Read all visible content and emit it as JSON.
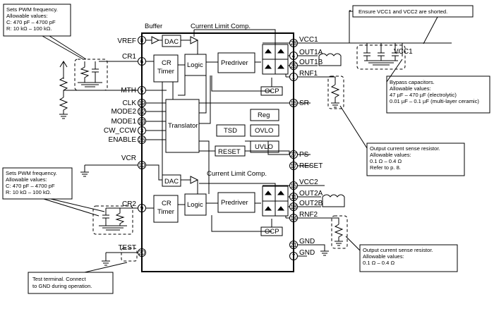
{
  "ic": {
    "buffer": "Buffer",
    "cl_comp_top": "Current Limit Comp.",
    "cl_comp_bot": "Current Limit Comp.",
    "dac": "DAC",
    "cr_timer_1": "CR",
    "cr_timer_2": "Timer",
    "logic": "Logic",
    "predriver": "Predriver",
    "ocp": "OCP",
    "translator": "Translator",
    "reg": "Reg",
    "tsd": "TSD",
    "ovlo": "OVLO",
    "uvlo": "UVLO",
    "reset": "RESET"
  },
  "pins_left": [
    {
      "name": "VREF",
      "num": "8"
    },
    {
      "name": "CR1",
      "num": "6"
    },
    {
      "name": "MTH",
      "num": "5"
    },
    {
      "name": "CLK",
      "num": "19"
    },
    {
      "name": "MODE2",
      "num": "12"
    },
    {
      "name": "MODE1",
      "num": "13"
    },
    {
      "name": "CW_CCW",
      "num": "3"
    },
    {
      "name": "ENABLE",
      "num": "26"
    },
    {
      "name": "VCR",
      "num": "10"
    },
    {
      "name": "CR2",
      "num": "9"
    },
    {
      "name": "TEST",
      "num": "20"
    }
  ],
  "pins_right": [
    {
      "name": "VCC1",
      "num": "28"
    },
    {
      "name": "OUT1A",
      "num": "4"
    },
    {
      "name": "OUT1B",
      "num": "25"
    },
    {
      "name": "RNF1",
      "num": "1"
    },
    {
      "name": "SR",
      "num": "16"
    },
    {
      "name": "PS",
      "num": "27"
    },
    {
      "name": "RESET",
      "num": "17"
    },
    {
      "name": "VCC2",
      "num": "15"
    },
    {
      "name": "OUT2A",
      "num": "11"
    },
    {
      "name": "OUT2B",
      "num": "18"
    },
    {
      "name": "RNF2",
      "num": "14"
    },
    {
      "name": "GND",
      "num": "21"
    },
    {
      "name": "GND",
      "num": "7"
    }
  ],
  "ext": {
    "vcc1": "VCC1"
  },
  "notes": {
    "pwm1": [
      "Sets PWM frequency.",
      "Allowable values:",
      "C: 470 pF – 4700 pF",
      "R: 10 kΩ – 100 kΩ."
    ],
    "pwm2": [
      "Sets PWM frequency.",
      "Allowable values:",
      "C: 470 pF – 4700 pF",
      "R: 10 kΩ – 100 kΩ."
    ],
    "vcc_short": "Ensure VCC1 and VCC2 are shorted.",
    "bypass": [
      "Bypass capacitors.",
      "Allowable values:",
      "47 µF – 470 µF    (electrolytic)",
      "0.01 µF – 0.1 µF   (multi-layer ceramic)"
    ],
    "sense1": [
      "Output current sense resistor.",
      "Allowable values:",
      "0.1 Ω – 0.4 Ω",
      "Refer to p. 8."
    ],
    "sense2": [
      "Output current sense resistor.",
      "Allowable values:",
      "0.1 Ω – 0.4 Ω"
    ],
    "test": [
      "Test terminal.    Connect",
      "to GND during operation."
    ]
  }
}
